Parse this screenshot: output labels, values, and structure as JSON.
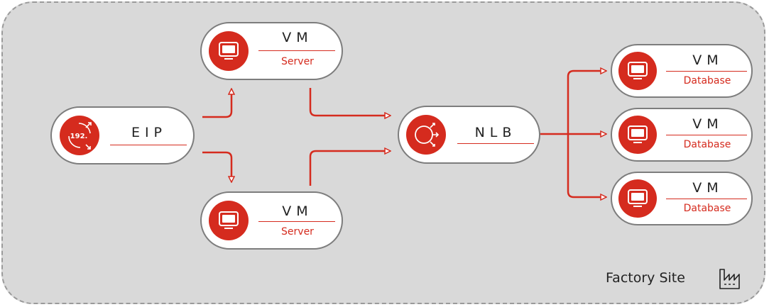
{
  "site": {
    "label": "Factory Site",
    "icon": "factory-icon"
  },
  "colors": {
    "accent": "#d52b1e",
    "border": "#7d7d7d",
    "background": "#d9d9d9"
  },
  "nodes": {
    "eip": {
      "title": "EIP",
      "icon": "ip-address-icon"
    },
    "vm_server_top": {
      "title": "VM",
      "subtitle": "Server",
      "icon": "monitor-icon"
    },
    "vm_server_bottom": {
      "title": "VM",
      "subtitle": "Server",
      "icon": "monitor-icon"
    },
    "nlb": {
      "title": "NLB",
      "icon": "load-balancer-icon"
    },
    "vm_db_1": {
      "title": "VM",
      "subtitle": "Database",
      "icon": "monitor-icon"
    },
    "vm_db_2": {
      "title": "VM",
      "subtitle": "Database",
      "icon": "monitor-icon"
    },
    "vm_db_3": {
      "title": "VM",
      "subtitle": "Database",
      "icon": "monitor-icon"
    }
  }
}
